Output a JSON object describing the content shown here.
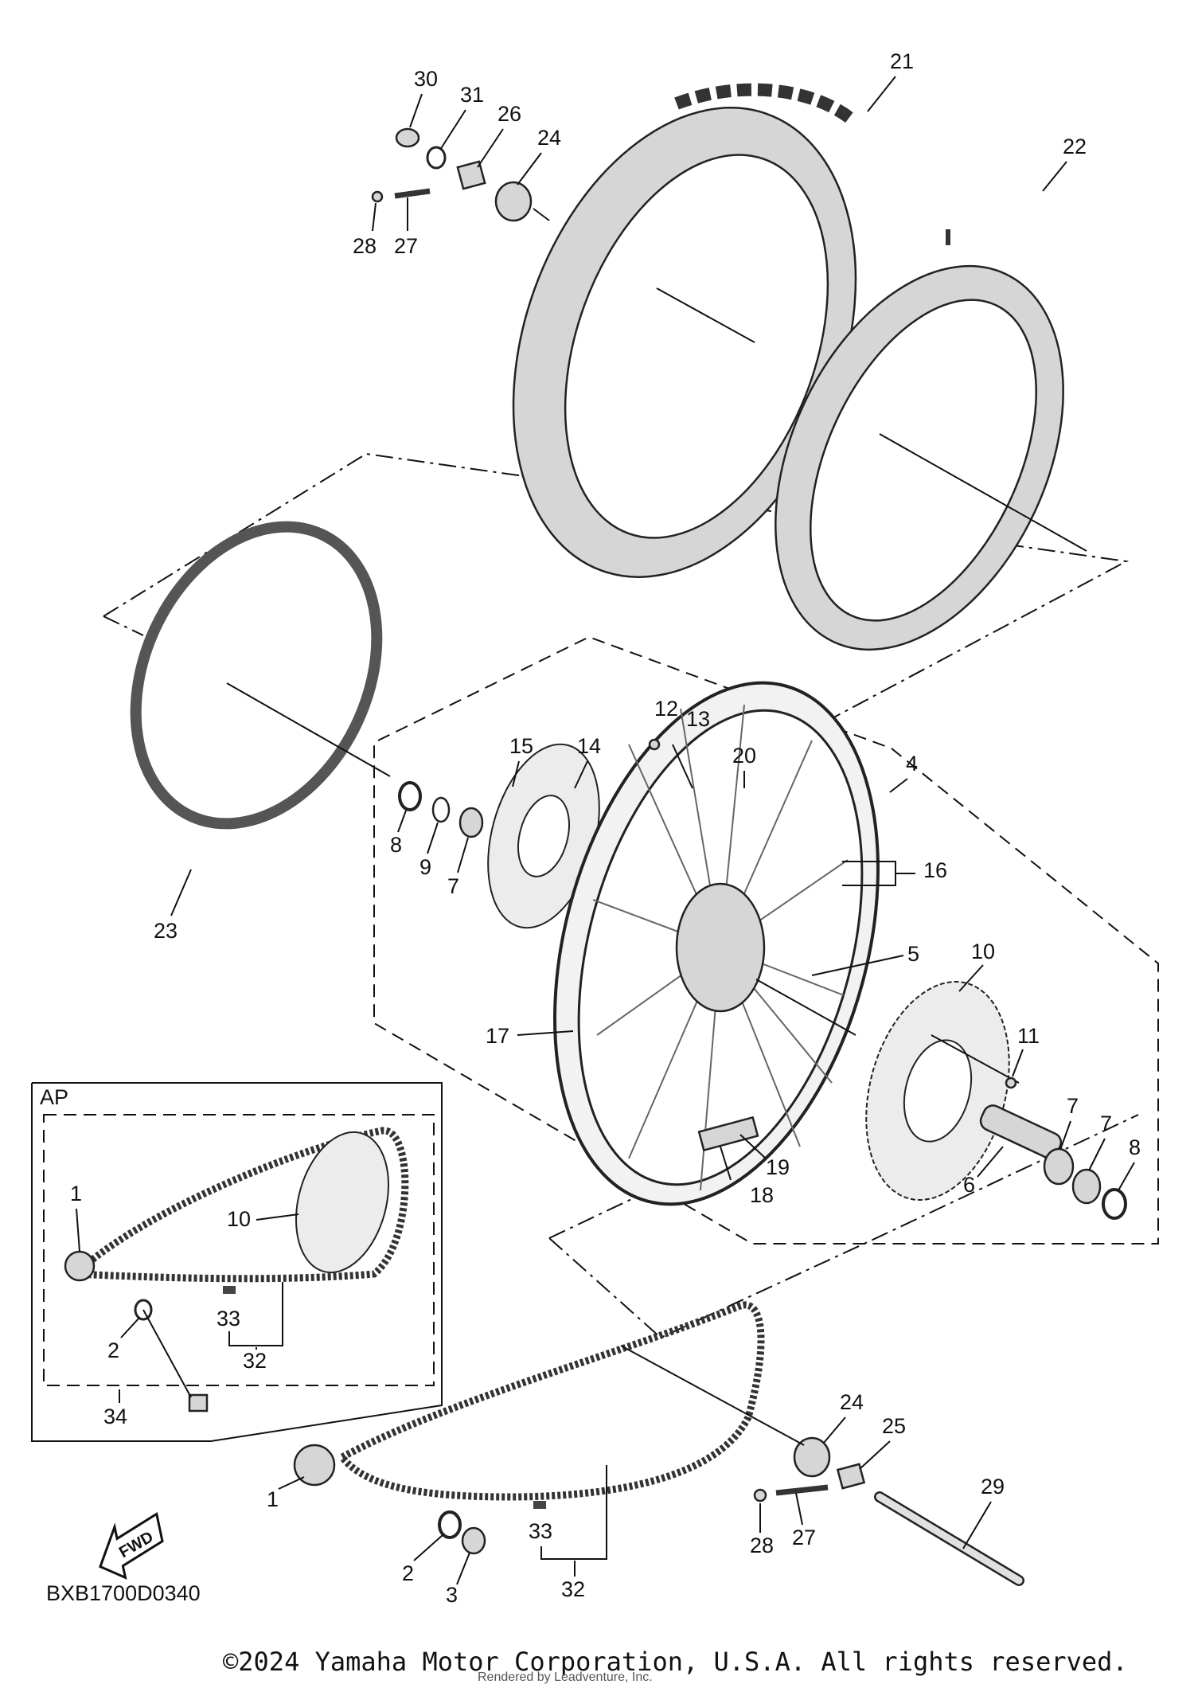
{
  "diagram": {
    "code": "BXB1700D0340",
    "copyright": "©2024 Yamaha Motor Corporation, U.S.A. All rights reserved.",
    "rendered_by": "Rendered by Leadventure, Inc.",
    "fwd_label": "FWD",
    "inset_label": "AP",
    "callouts": {
      "c1_main": "1",
      "c1_inset": "1",
      "c2_main": "2",
      "c2_inset": "2",
      "c3": "3",
      "c4": "4",
      "c5": "5",
      "c6": "6",
      "c7_left": "7",
      "c7_right_a": "7",
      "c7_right_b": "7",
      "c8_left": "8",
      "c8_right": "8",
      "c9": "9",
      "c10": "10",
      "c10_inset": "10",
      "c11": "11",
      "c12": "12",
      "c13": "13",
      "c14": "14",
      "c15": "15",
      "c16": "16",
      "c17": "17",
      "c18": "18",
      "c19": "19",
      "c20": "20",
      "c21": "21",
      "c22": "22",
      "c23": "23",
      "c24_top": "24",
      "c24_bottom": "24",
      "c25": "25",
      "c26": "26",
      "c27_top": "27",
      "c27_bottom": "27",
      "c28_top": "28",
      "c28_bottom": "28",
      "c29": "29",
      "c30": "30",
      "c31": "31",
      "c32_main": "32",
      "c32_inset": "32",
      "c33_main": "33",
      "c33_inset": "33",
      "c34": "34"
    }
  },
  "colors": {
    "line": "#111111",
    "part_fill": "#d6d6d6",
    "background": "#ffffff"
  }
}
